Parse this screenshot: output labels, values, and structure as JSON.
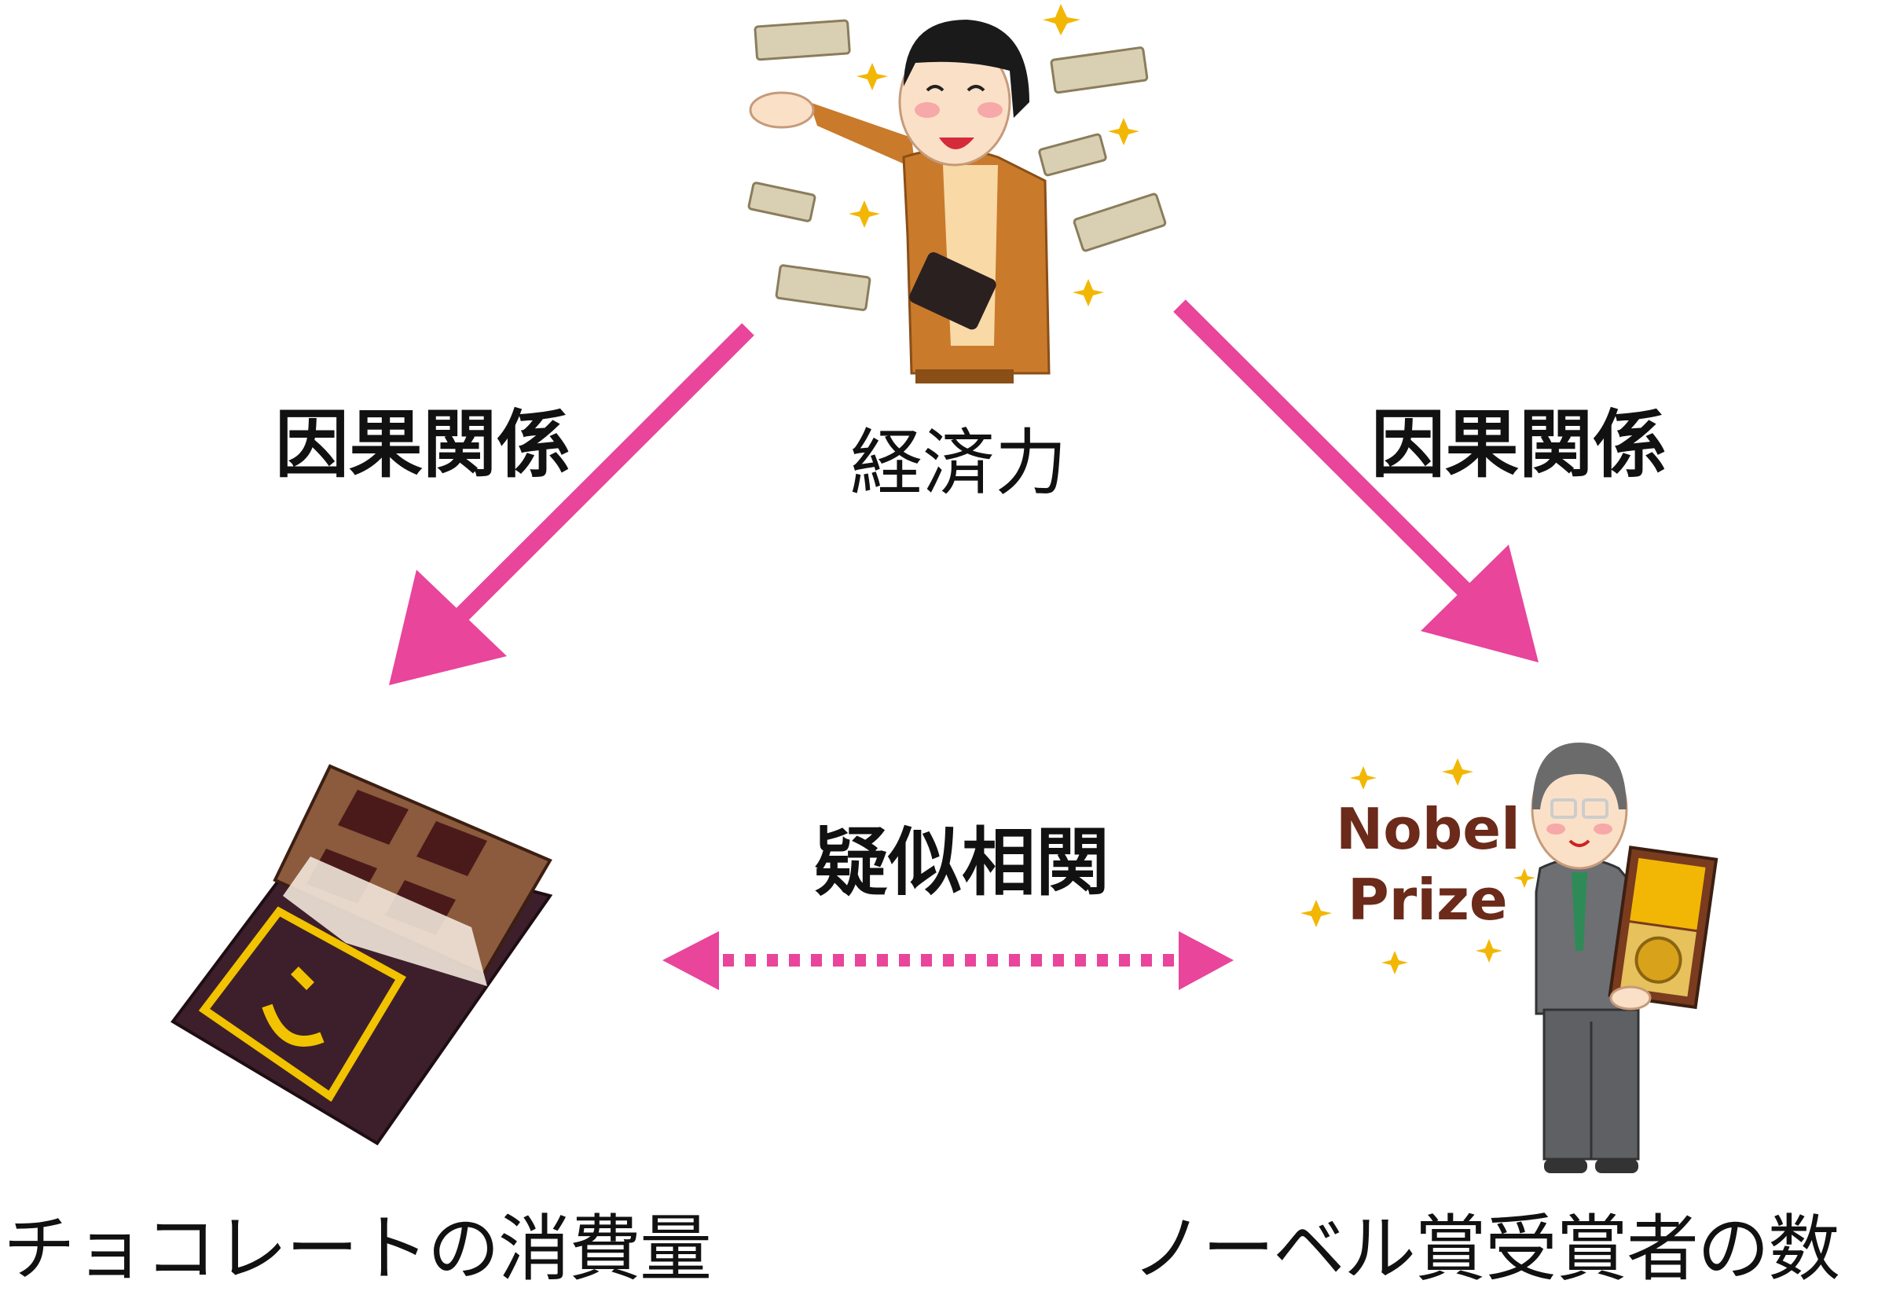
{
  "nodes": {
    "top": "経済力",
    "left": "チョコレートの消費量",
    "right": "ノーベル賞受賞者の数"
  },
  "edges": {
    "left_causal": "因果関係",
    "right_causal": "因果関係",
    "spurious": "疑似相関"
  },
  "illustrations": {
    "rich_man": "rich-man-throwing-money",
    "chocolate": "chocolate-bar",
    "nobel": "nobel-laureate-with-medal",
    "nobel_sign": [
      "Nobel",
      "Prize"
    ]
  },
  "colors": {
    "arrow": "#e8459b",
    "text": "#111111",
    "nobel_text": "#6b2a1a"
  }
}
